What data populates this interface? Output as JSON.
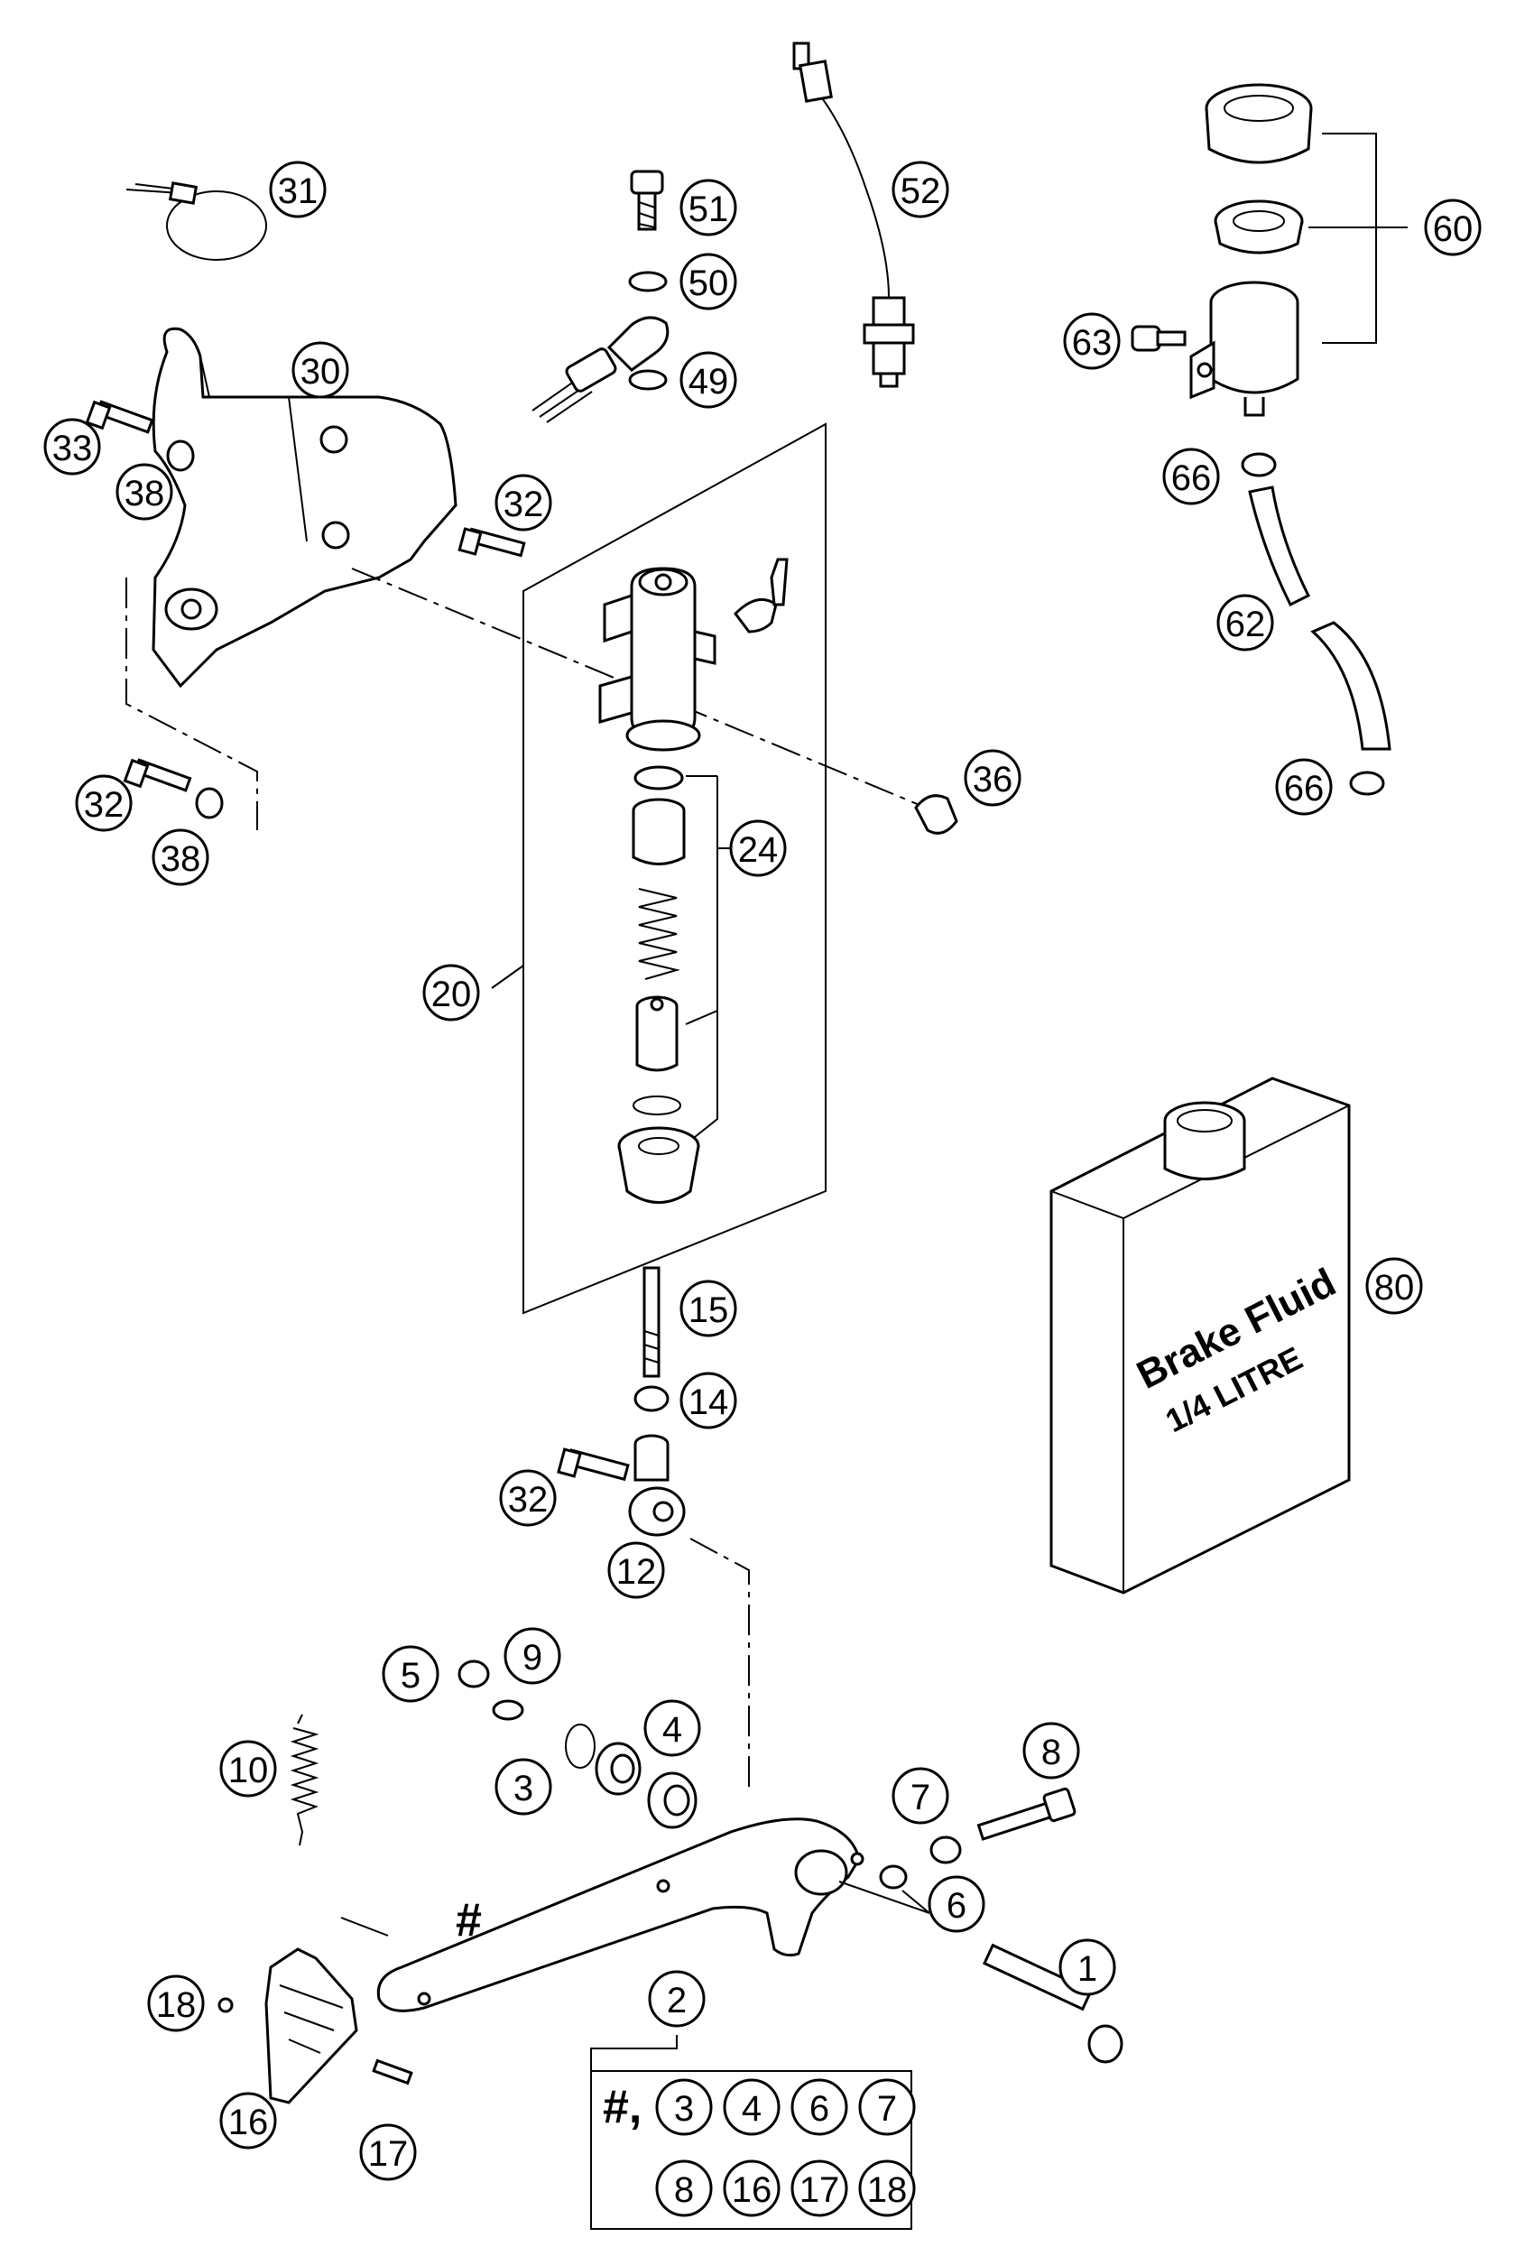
{
  "callouts": [
    {
      "id": "c31",
      "label": "31"
    },
    {
      "id": "c51",
      "label": "51"
    },
    {
      "id": "c52",
      "label": "52"
    },
    {
      "id": "c60",
      "label": "60"
    },
    {
      "id": "c50",
      "label": "50"
    },
    {
      "id": "c30",
      "label": "30"
    },
    {
      "id": "c49",
      "label": "49"
    },
    {
      "id": "c63",
      "label": "63"
    },
    {
      "id": "c33",
      "label": "33"
    },
    {
      "id": "c38a",
      "label": "38"
    },
    {
      "id": "c32a",
      "label": "32"
    },
    {
      "id": "c66a",
      "label": "66"
    },
    {
      "id": "c62",
      "label": "62"
    },
    {
      "id": "c36",
      "label": "36"
    },
    {
      "id": "c32b",
      "label": "32"
    },
    {
      "id": "c66b",
      "label": "66"
    },
    {
      "id": "c24",
      "label": "24"
    },
    {
      "id": "c38b",
      "label": "38"
    },
    {
      "id": "c20",
      "label": "20"
    },
    {
      "id": "c80",
      "label": "80"
    },
    {
      "id": "c15",
      "label": "15"
    },
    {
      "id": "c14",
      "label": "14"
    },
    {
      "id": "c32c",
      "label": "32"
    },
    {
      "id": "c12",
      "label": "12"
    },
    {
      "id": "c9",
      "label": "9"
    },
    {
      "id": "c5",
      "label": "5"
    },
    {
      "id": "c4",
      "label": "4"
    },
    {
      "id": "c8",
      "label": "8"
    },
    {
      "id": "c10",
      "label": "10"
    },
    {
      "id": "c3",
      "label": "3"
    },
    {
      "id": "c7",
      "label": "7"
    },
    {
      "id": "c6",
      "label": "6"
    },
    {
      "id": "c1",
      "label": "1"
    },
    {
      "id": "c2",
      "label": "2"
    },
    {
      "id": "c18",
      "label": "18"
    },
    {
      "id": "c16",
      "label": "16"
    },
    {
      "id": "c17",
      "label": "17"
    }
  ],
  "hash_label": "#",
  "kit_box": {
    "prefix": "#,",
    "row1": [
      "3",
      "4",
      "6",
      "7"
    ],
    "row2": [
      "8",
      "16",
      "17",
      "18"
    ]
  },
  "fluid_can": {
    "line1": "Brake Fluid",
    "line2": "1/4 LITRE"
  }
}
